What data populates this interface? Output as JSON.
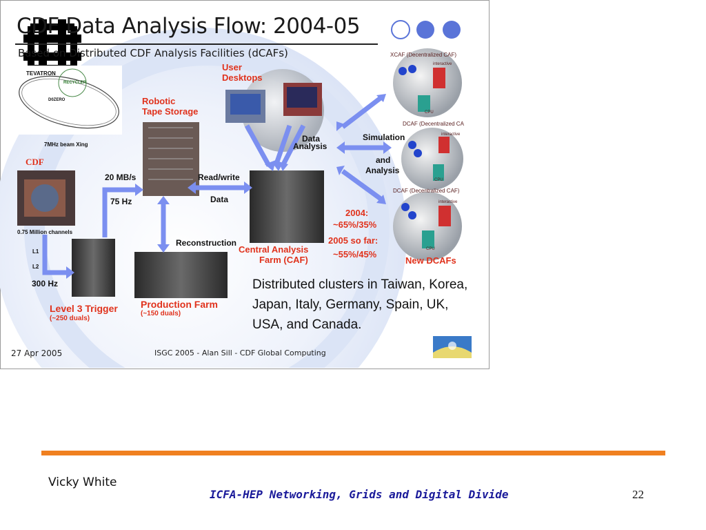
{
  "slide": {
    "title": "CDF Data Analysis Flow: 2004-05",
    "subtitle": "Based on Distributed CDF Analysis Facilities (dCAFs)",
    "tevatron": {
      "label": "TEVATRON",
      "recycler": "RECYCLER",
      "dzero": "D0ZERO",
      "caption": "7MHz beam Xing"
    },
    "cdf": {
      "label": "CDF",
      "caption": "0.75 Million channels"
    },
    "trigger": {
      "l1": "L1",
      "l2": "L2",
      "rate_300": "300 Hz",
      "name": "Level 3 Trigger",
      "duals": "(~250 duals)"
    },
    "tape": {
      "name_line1": "Robotic",
      "name_line2": "Tape Storage",
      "rate_mb": "20 MB/s",
      "rate_hz": "75 Hz",
      "readwrite": "Read/write",
      "data": "Data"
    },
    "production": {
      "reconstruction": "Reconstruction",
      "name": "Production Farm",
      "duals": "(~150 duals)"
    },
    "desktops": {
      "line1": "User",
      "line2": "Desktops",
      "data": "Data",
      "analysis": "Analysis"
    },
    "caf": {
      "line1": "Central Analysis",
      "line2": "Farm (CAF)"
    },
    "sim": {
      "simulation": "Simulation",
      "and": "and",
      "analysis": "Analysis"
    },
    "dcafs": [
      {
        "header": "XCAF (Decentralized CAF)",
        "cpu": "CPU",
        "interactive": "interactive"
      },
      {
        "header": "DCAF (Decentralized CA",
        "cpu": "CPU",
        "interactive": "interactive"
      },
      {
        "header": "DCAF (Decentralized CAF)",
        "cpu": "CPU",
        "interactive": "interactive"
      }
    ],
    "stats": {
      "y2004": "2004:",
      "share2004": "~65%/35%",
      "y2005": "2005 so far:",
      "share2005": "~55%/45%",
      "new": "New DCAFs"
    },
    "distributed": "Distributed clusters in Taiwan, Korea, Japan, Italy, Germany, Spain, UK, USA, and Canada.",
    "footer_left": "27 Apr 2005",
    "footer_center": "ISGC 2005  - Alan Sill  -  CDF Global Computing"
  },
  "page": {
    "author": "Vicky White",
    "conference": "ICFA-HEP Networking, Grids and Digital Divide",
    "page_number": "22"
  },
  "colors": {
    "orange_bar": "#f08020",
    "arrow_blue": "#7b8ff0",
    "red_text": "#e0321c",
    "conference_blue": "#1a1a9a"
  }
}
